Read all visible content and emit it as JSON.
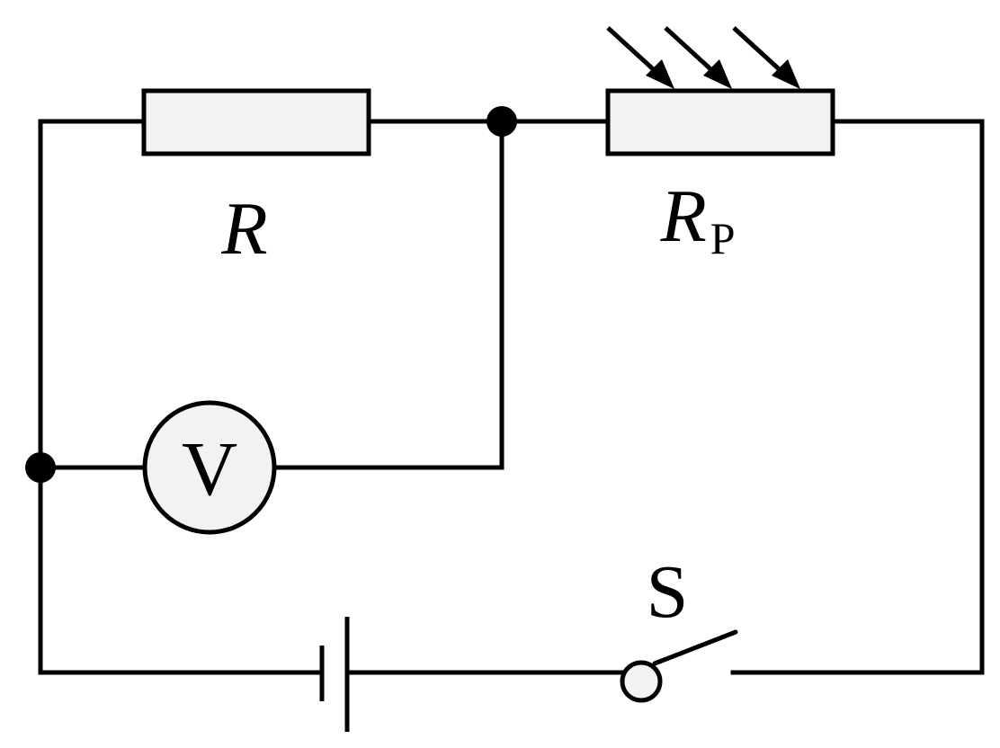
{
  "diagram": {
    "type": "circuit",
    "colors": {
      "line": "#000000",
      "component_fill": "#f2f2f2",
      "background": "#ffffff"
    },
    "components": {
      "resistor": {
        "label": "R"
      },
      "photoresistor": {
        "label_main": "R",
        "label_sub": "P",
        "light_arrows": 3
      },
      "voltmeter": {
        "symbol": "V"
      },
      "battery": {
        "cells": 1
      },
      "switch": {
        "label": "S",
        "state": "open"
      }
    },
    "junctions": 2
  }
}
